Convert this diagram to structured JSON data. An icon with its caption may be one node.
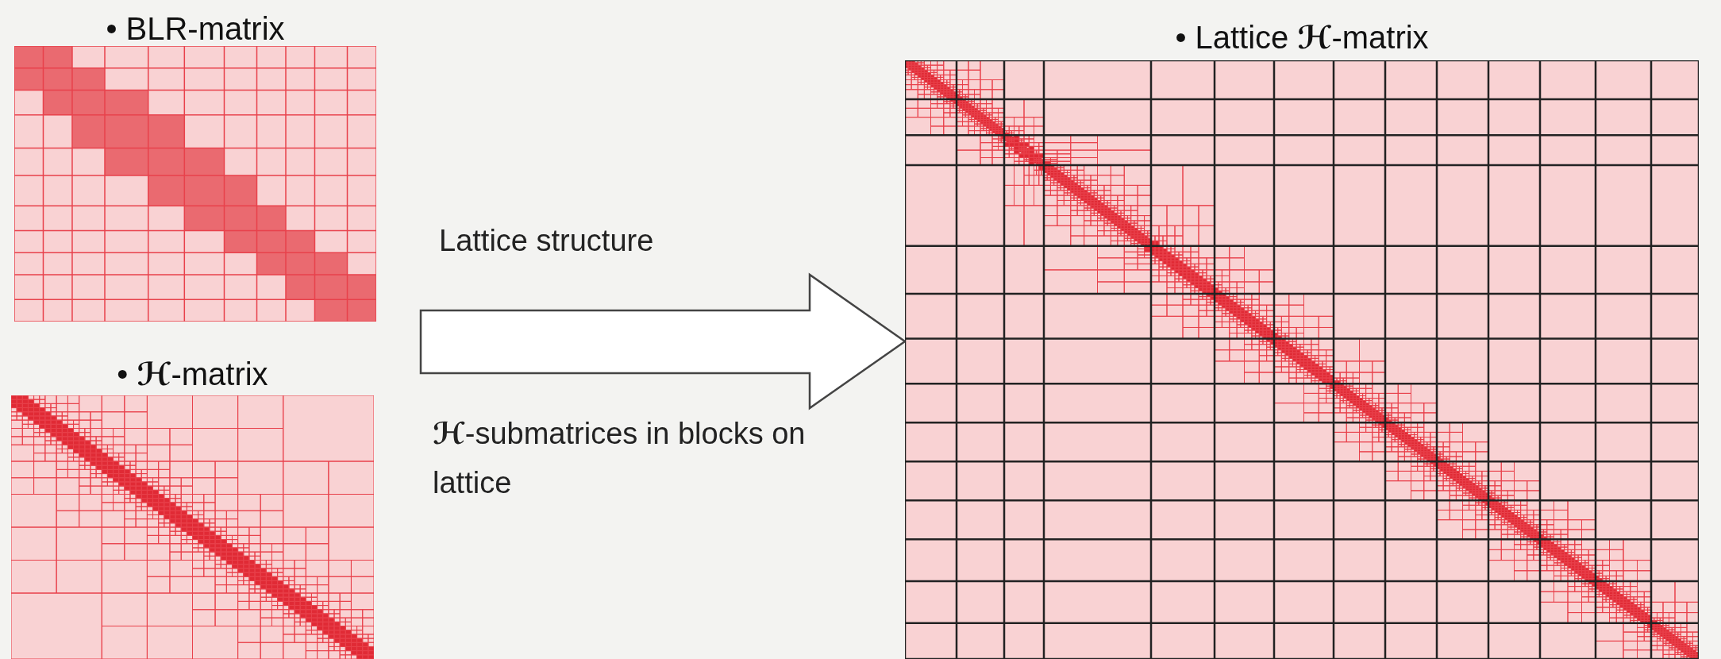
{
  "diagram": {
    "nodes": [
      {
        "text": [
          "• BLR-matrix"
        ]
      },
      {
        "text": [
          "• **ℋ**-matrix"
        ]
      },
      {
        "text": [
          "• Lattice **ℋ**-matrix"
        ]
      }
    ],
    "edges": [
      {
        "from": null,
        "to": 2,
        "arrow": "to"
      }
    ],
    "labels": [
      "Lattice structure",
      "**ℋ**-submatrices in blocks on lattice"
    ]
  }
}
